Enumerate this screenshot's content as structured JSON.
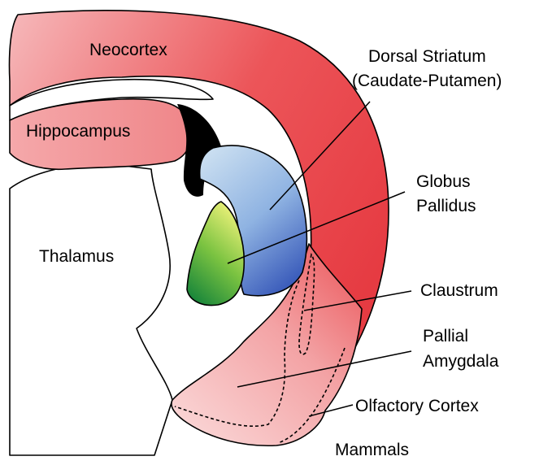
{
  "colors": {
    "cortex_dark": "#e83a44",
    "cortex_light": "#f8c6c6",
    "striatum_light": "#bcd7ee",
    "striatum_dark": "#3a5fbf",
    "pallidus_light": "#e4ec5a",
    "pallidus_dark": "#1f8a3a",
    "ventricle": "#000000",
    "outline": "#000000"
  },
  "labels": {
    "neocortex": "Neocortex",
    "hippocampus": "Hippocampus",
    "thalamus": "Thalamus",
    "dorsal_striatum_1": "Dorsal Striatum",
    "dorsal_striatum_2": "(Caudate-Putamen)",
    "globus_1": "Globus",
    "globus_2": "Pallidus",
    "claustrum": "Claustrum",
    "pallial_1": "Pallial",
    "pallial_2": "Amygdala",
    "olfactory": "Olfactory Cortex",
    "species": "Mammals"
  }
}
